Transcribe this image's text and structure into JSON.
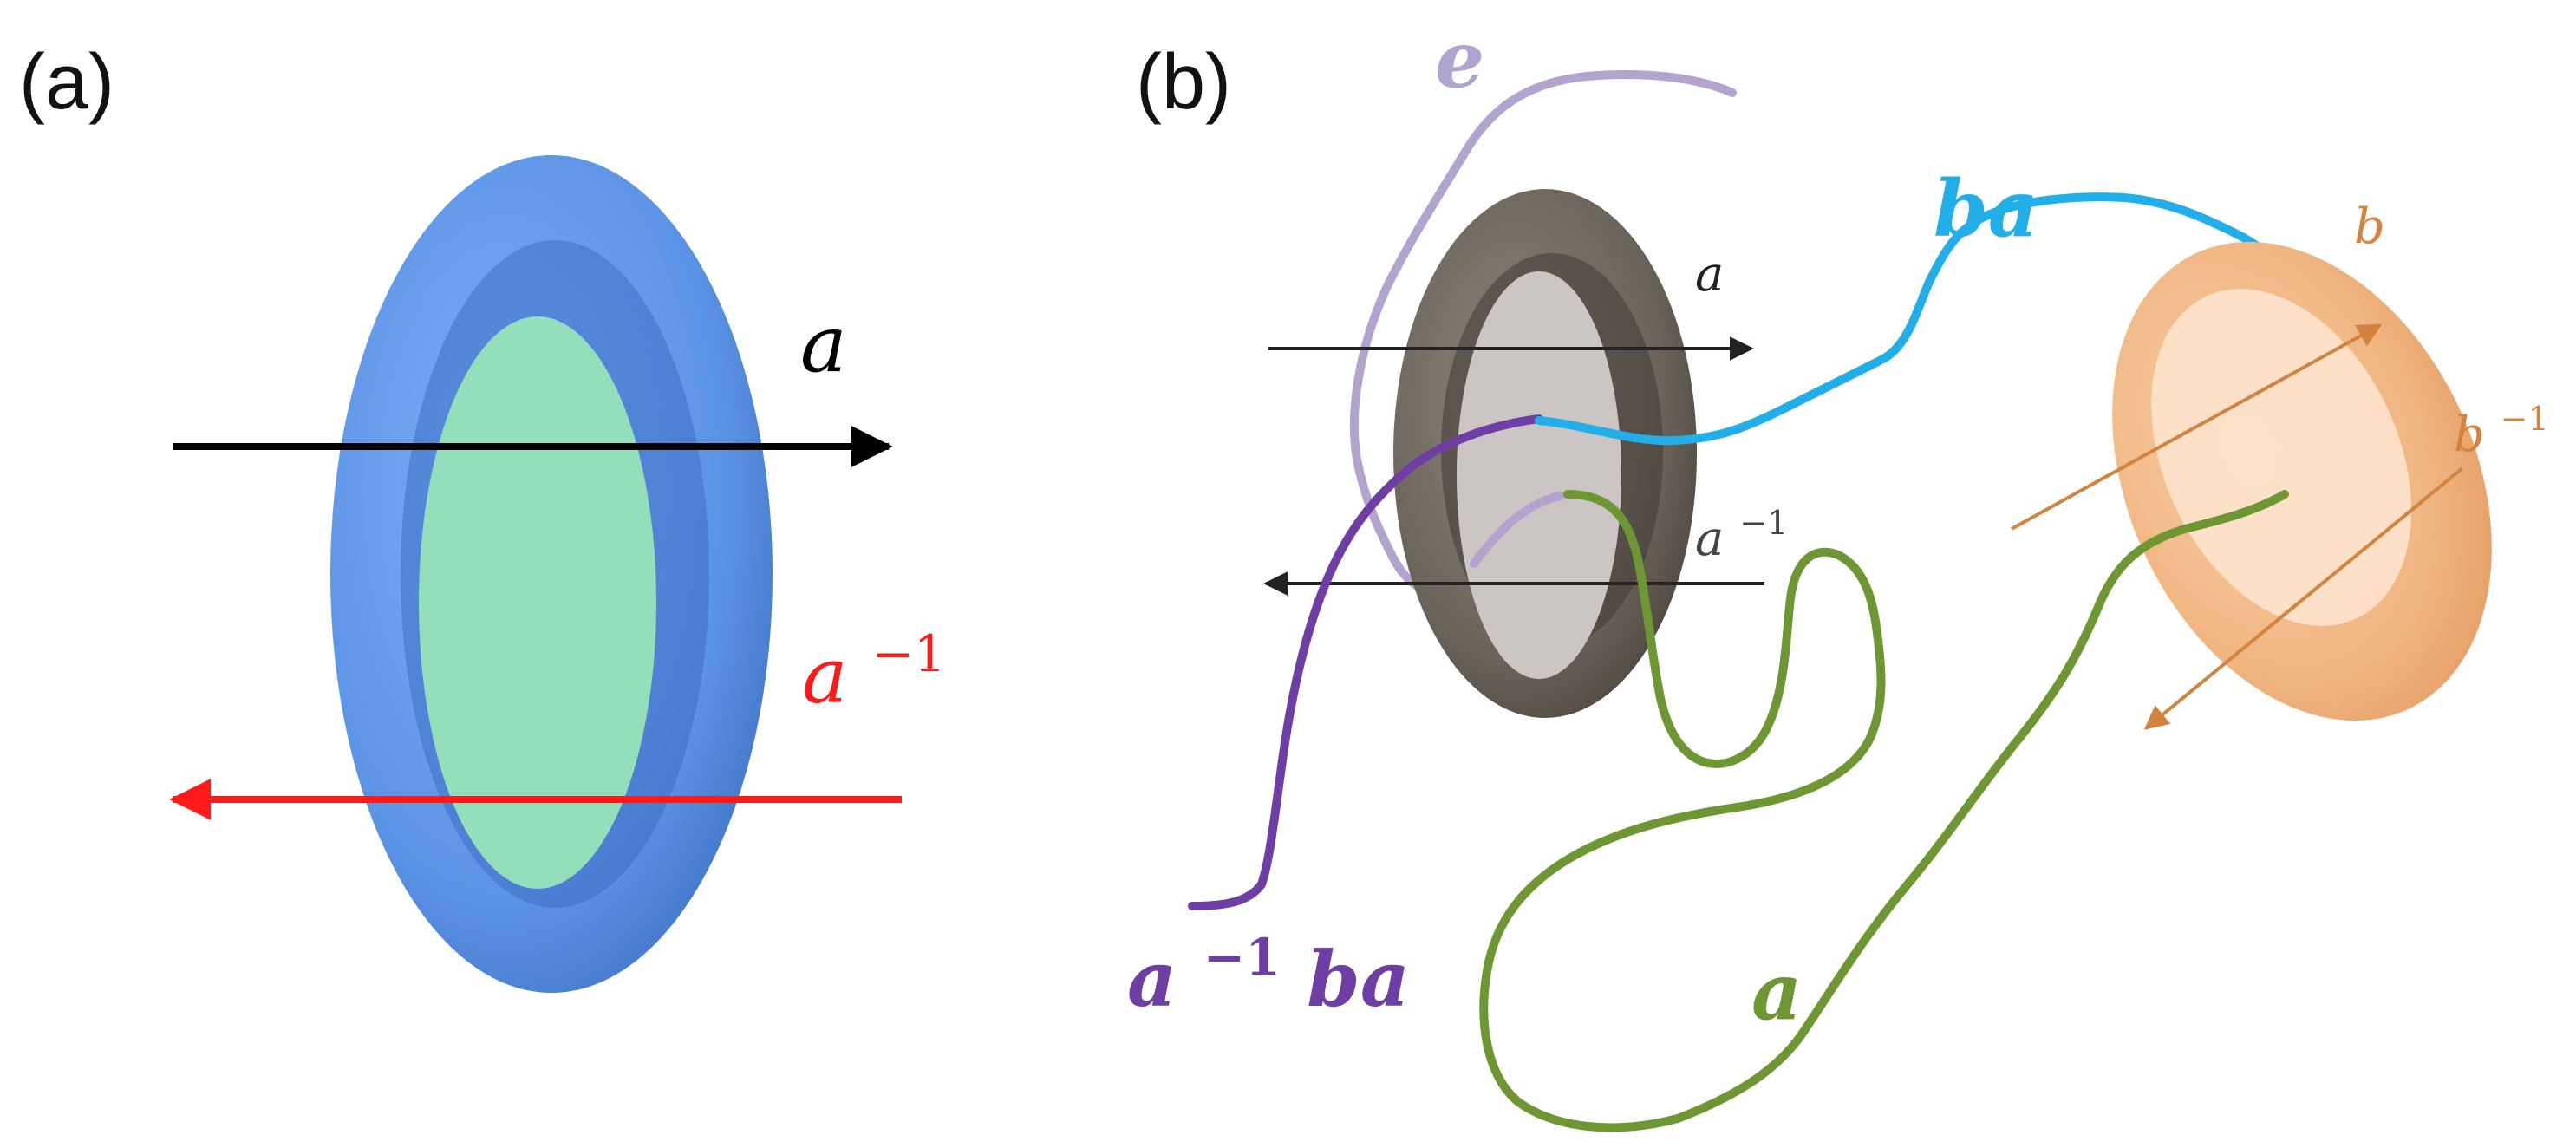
{
  "panels": {
    "a": {
      "label": "(a)"
    },
    "b": {
      "label": "(b)"
    }
  },
  "panel_a": {
    "arrow_forward_label": {
      "base": "a",
      "sup": ""
    },
    "arrow_inverse_label": {
      "base": "a",
      "sup": "−1"
    }
  },
  "panel_b": {
    "path_e_label": "e",
    "path_ba_label": "ba",
    "path_a_label": "a",
    "conjugate_label": {
      "pre": "a",
      "sup": "−1",
      "post": "ba"
    },
    "gray_arrow_forward_label": "a",
    "gray_arrow_inverse_label": {
      "base": "a",
      "sup": "−1"
    },
    "orange_arrow_forward_label": "b",
    "orange_arrow_inverse_label": {
      "base": "b",
      "sup": "−1"
    }
  },
  "colors": {
    "blue_torus": "#5b93e6",
    "green_disk": "#93dfbb",
    "black_arrow": "#000000",
    "red_arrow": "#ff1a1a",
    "gray_torus": "#6f685f",
    "gray_disk": "#cbc6c3",
    "orange_torus": "#f2b98a",
    "orange_arrow": "#d2833f",
    "path_e": "#b3a4cf",
    "path_ba": "#22aee8",
    "path_a": "#6e9734",
    "path_conjugate": "#6f3ea5",
    "thin_arrow": "#222222"
  }
}
